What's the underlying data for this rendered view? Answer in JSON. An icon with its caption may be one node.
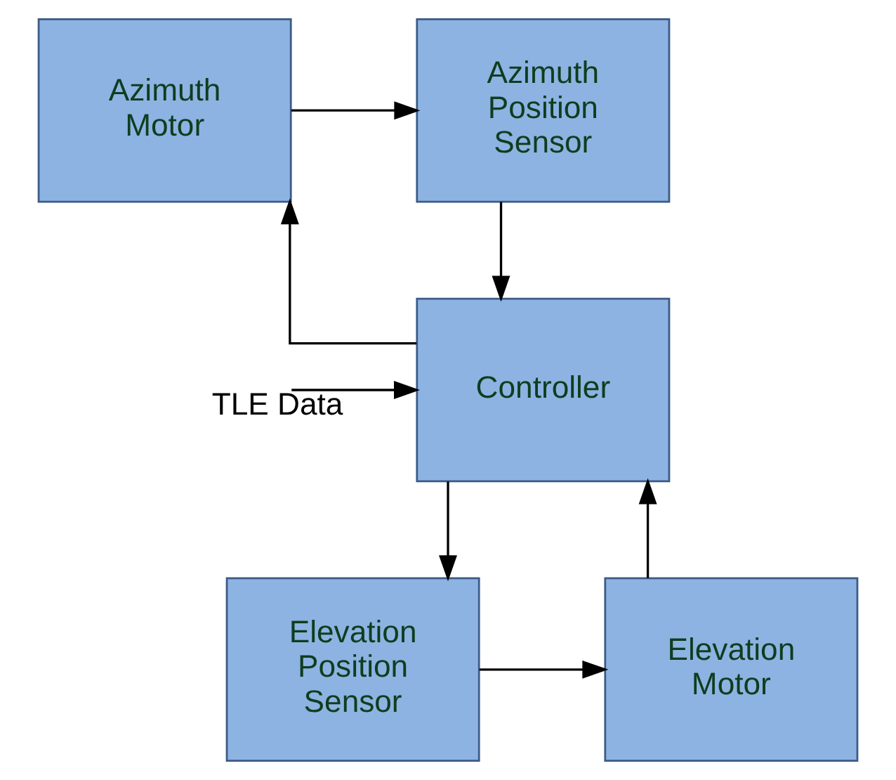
{
  "diagram": {
    "nodes": [
      {
        "text": [
          "Azimuth Position Sensor"
        ]
      },
      {
        "text": [
          "Azimuth Motor"
        ]
      },
      {
        "text": [
          "Controller"
        ]
      },
      {
        "text": [
          "Elevation Motor"
        ]
      },
      {
        "text": [
          "Elevation Position Sensor"
        ]
      }
    ],
    "edges": [
      {
        "from": 1,
        "to": 0,
        "arrow": "to"
      },
      {
        "from": 0,
        "to": 2,
        "arrow": "to"
      },
      {
        "from": 2,
        "to": 1,
        "arrow": "to"
      },
      {
        "from": 2,
        "to": 4,
        "arrow": "to"
      },
      {
        "from": 4,
        "to": 3,
        "arrow": "to"
      },
      {
        "from": 3,
        "to": 2,
        "arrow": "to"
      },
      {
        "from": null,
        "to": 2,
        "arrow": "to",
        "label": "TLE Data"
      }
    ]
  }
}
